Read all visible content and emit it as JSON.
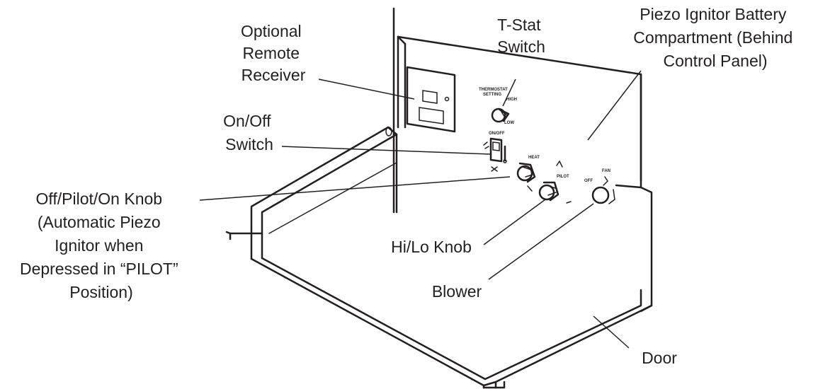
{
  "labels": {
    "remote_receiver": [
      "Optional",
      "Remote",
      "Receiver"
    ],
    "tstat_switch": [
      "T-Stat",
      "Switch"
    ],
    "battery_compartment": [
      "Piezo Ignitor Battery",
      "Compartment (Behind",
      "Control Panel)"
    ],
    "onoff_switch": [
      "On/Off",
      "Switch"
    ],
    "pilot_knob": [
      "Off/Pilot/On Knob",
      "(Automatic Piezo",
      "Ignitor when",
      "Depressed in “PILOT”",
      "Position)"
    ],
    "hilo_knob": "Hi/Lo Knob",
    "blower": "Blower",
    "door": "Door"
  },
  "panel_markings": {
    "thermostat_setting": [
      "THERMOSTAT",
      "SETTING"
    ],
    "high": "HIGH",
    "low": "LOW",
    "onoff": "ON/OFF",
    "heat": "HEAT",
    "pilot": "PILOT",
    "fan": "FAN",
    "off": "OFF"
  }
}
